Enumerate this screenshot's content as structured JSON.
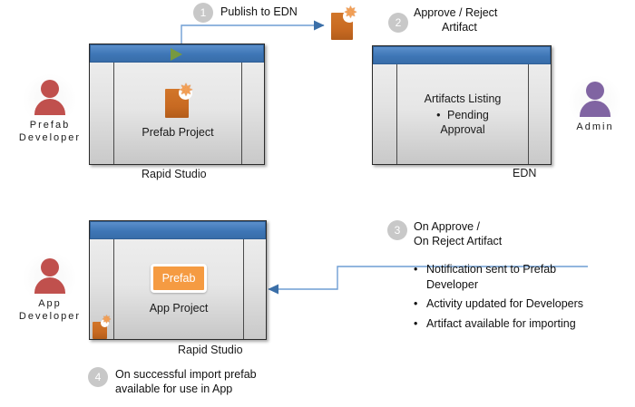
{
  "diagram": {
    "title": "Prefab publish and import workflow",
    "accent_blue": "#4a7ebb",
    "title_bar_blue": "#3e76b6",
    "artifact_orange": "#c86a22",
    "prefab_pill_orange": "#f59b42",
    "person_red": "#c0504d",
    "person_purple": "#8064a2",
    "bubble_gray": "#c8c8c8",
    "play_green": "#7a9b3a"
  },
  "actors": [
    {
      "id": "prefab-developer",
      "label": "Prefab\nDeveloper",
      "line1": "Prefab",
      "line2": "Developer",
      "color": "#c0504d"
    },
    {
      "id": "admin",
      "label": "Admin",
      "line1": "Admin",
      "line2": "",
      "color": "#8064a2"
    },
    {
      "id": "app-developer",
      "label": "App\nDeveloper",
      "line1": "App",
      "line2": "Developer",
      "color": "#c0504d"
    }
  ],
  "windows": [
    {
      "id": "rapid-studio-prefab",
      "caption": "Rapid Studio",
      "content_label": "Prefab Project",
      "icon": "artifact-icon",
      "title_glyph": "play-icon"
    },
    {
      "id": "edn",
      "caption": "EDN",
      "content_heading": "Artifacts Listing",
      "content_bullet": "Pending Approval",
      "bullet_line1": "Pending",
      "bullet_line2": "Approval"
    },
    {
      "id": "rapid-studio-app",
      "caption": "Rapid Studio",
      "content_label": "App  Project",
      "pill_label": "Prefab",
      "sidebar_icon": "artifact-icon"
    }
  ],
  "steps": [
    {
      "number": "1",
      "label": "Publish to EDN",
      "line1": "Publish to EDN",
      "line2": ""
    },
    {
      "number": "2",
      "label": "Approve / Reject Artifact",
      "line1": "Approve / Reject",
      "line2": "Artifact"
    },
    {
      "number": "3",
      "label": "On Approve / On Reject Artifact",
      "line1": "On Approve /",
      "line2": "On Reject Artifact"
    },
    {
      "number": "4",
      "label": "On successful import prefab available for use in App",
      "line1": "On successful import prefab",
      "line2": "available for use in App"
    }
  ],
  "step3_outcomes": [
    "Notification sent to Prefab Developer",
    "Activity updated for Developers",
    "Artifact available for importing"
  ],
  "bullet_glyph": "•"
}
